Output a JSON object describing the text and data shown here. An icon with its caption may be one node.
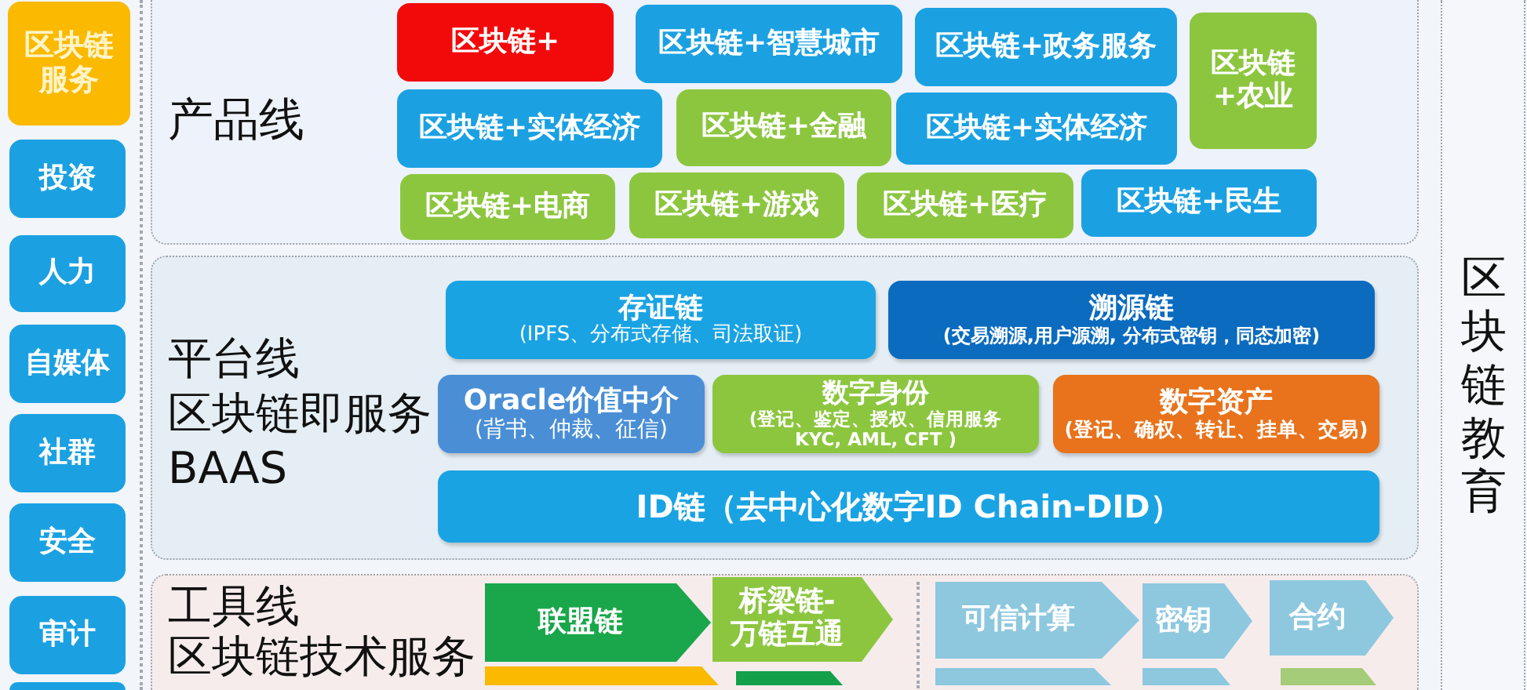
{
  "diagram": {
    "nodes": [
      {
        "text": [
          "区块链服务"
        ]
      },
      {
        "text": [
          "投资"
        ]
      },
      {
        "text": [
          "人力"
        ]
      },
      {
        "text": [
          "自媒体"
        ]
      },
      {
        "text": [
          "社群"
        ]
      },
      {
        "text": [
          "安全"
        ]
      },
      {
        "text": [
          "审计"
        ]
      },
      {
        "text": [],
        "shape": "box"
      },
      {
        "text": [
          "产品线"
        ]
      },
      {
        "text": [
          "区块链+"
        ],
        "in": 8
      },
      {
        "text": [
          "区块链+智慧城市"
        ],
        "in": 8
      },
      {
        "text": [
          "区块链+政务服务"
        ],
        "in": 8
      },
      {
        "text": [
          "区块链+农业"
        ],
        "in": 8
      },
      {
        "text": [
          "区块链+实体经济"
        ],
        "in": 8
      },
      {
        "text": [
          "区块链+金融"
        ],
        "in": 8
      },
      {
        "text": [
          "区块链+实体经济"
        ],
        "in": 8
      },
      {
        "text": [
          "区块链+电商"
        ],
        "in": 8
      },
      {
        "text": [
          "区块链+游戏"
        ],
        "in": 8
      },
      {
        "text": [
          "区块链+医疗"
        ],
        "in": 8
      },
      {
        "text": [
          "区块链+民生"
        ],
        "in": 8
      },
      {
        "text": [
          "平台线",
          "区块链即服务 BAAS"
        ]
      },
      {
        "text": [
          "存证链",
          "(IPFS、分布式存储、司法取证)"
        ],
        "in": 20
      },
      {
        "text": [
          "溯源链",
          "(交易溯源,用户源溯, 分布式密钥，同态加密)"
        ],
        "in": 20
      },
      {
        "text": [
          "Oracle价值中介",
          "(背书、仲裁、征信)"
        ],
        "in": 20
      },
      {
        "text": [
          "数字身份",
          "(登记、鉴定、授权、信用服务 KYC, AML, CFT )"
        ],
        "in": 20
      },
      {
        "text": [
          "数字资产",
          "(登记、确权、转让、挂单、交易)"
        ],
        "in": 20
      },
      {
        "text": [
          "ID链（去中心化数字ID Chain-DID）"
        ],
        "in": 20
      },
      {
        "text": [
          "工具线",
          "区块链技术服务"
        ]
      },
      {
        "text": [
          "联盟链"
        ],
        "in": 27
      },
      {
        "text": [
          "桥梁链-万链互通"
        ],
        "in": 27
      },
      {
        "text": [
          "可信计算"
        ],
        "in": 27
      },
      {
        "text": [
          "密钥"
        ],
        "in": 27
      },
      {
        "text": [
          "合约"
        ],
        "in": 27
      },
      {
        "text": [],
        "shape": "chevron",
        "in": 27
      },
      {
        "text": [],
        "shape": "chevron",
        "in": 27
      },
      {
        "text": [],
        "shape": "chevron",
        "in": 27
      },
      {
        "text": [],
        "shape": "chevron",
        "in": 27
      },
      {
        "text": [],
        "shape": "chevron",
        "in": 27
      },
      {
        "text": [
          "区块链教育"
        ]
      }
    ]
  }
}
